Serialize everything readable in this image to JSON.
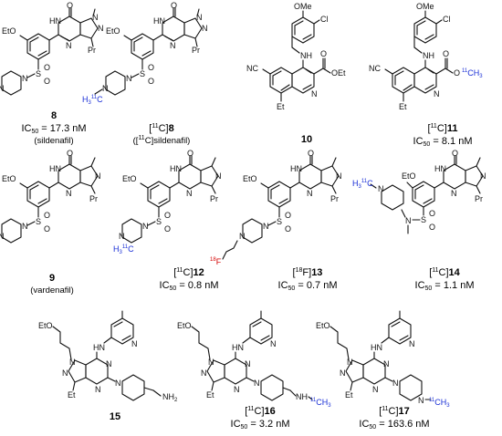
{
  "figure": {
    "compounds": [
      {
        "id": "c8",
        "number": "8",
        "iso": "",
        "ic50_label": "IC",
        "ic50_sub": "50",
        "ic50_value": " = 17.3 nM",
        "note": "(sildenafil)"
      },
      {
        "id": "c8l",
        "number": "8",
        "iso": "11",
        "iso_prefix": "[",
        "iso_elem": "C]",
        "ic50_label": "",
        "ic50_sub": "",
        "ic50_value": "",
        "note_pre": "([",
        "note_iso": "11",
        "note_post": "C]sildenafil)"
      },
      {
        "id": "c10",
        "number": "10",
        "iso": ""
      },
      {
        "id": "c11",
        "number": "11",
        "iso": "11",
        "iso_prefix": "[",
        "iso_elem": "C]",
        "ic50_label": "IC",
        "ic50_sub": "50",
        "ic50_value": " = 8.1 nM"
      },
      {
        "id": "c9",
        "number": "9",
        "note": "(vardenafil)"
      },
      {
        "id": "c12",
        "number": "12",
        "iso": "11",
        "iso_prefix": "[",
        "iso_elem": "C]",
        "ic50_label": "IC",
        "ic50_sub": "50",
        "ic50_value": " = 0.8 nM"
      },
      {
        "id": "c13",
        "number": "13",
        "iso": "18",
        "iso_prefix": "[",
        "iso_elem": "F]",
        "ic50_label": "IC",
        "ic50_sub": "50",
        "ic50_value": " = 0.7 nM"
      },
      {
        "id": "c14",
        "number": "14",
        "iso": "11",
        "iso_prefix": "[",
        "iso_elem": "C]",
        "ic50_label": "IC",
        "ic50_sub": "50",
        "ic50_value": " = 1.1 nM"
      },
      {
        "id": "c15",
        "number": "15"
      },
      {
        "id": "c16",
        "number": "16",
        "iso": "11",
        "iso_prefix": "[",
        "iso_elem": "C]",
        "ic50_label": "IC",
        "ic50_sub": "50",
        "ic50_value": " = 3.2 nM"
      },
      {
        "id": "c17",
        "number": "17",
        "iso": "11",
        "iso_prefix": "[",
        "iso_elem": "C]",
        "ic50_label": "IC",
        "ic50_sub": "50",
        "ic50_value": " = 163.6 nM"
      }
    ],
    "atoms": {
      "EtO": "EtO",
      "O": "O",
      "HN": "HN",
      "N": "N",
      "S": "S",
      "Pr": "Pr",
      "Et": "Et",
      "NC": "NC",
      "OMe": "OMe",
      "Cl": "Cl",
      "NH": "NH",
      "OEt": "OEt",
      "H3": "H",
      "three": "3",
      "eleven": "11",
      "C": "C",
      "CH3": "CH",
      "F": "F",
      "eighteen": "18",
      "NH2": "NH",
      "two": "2"
    },
    "colors": {
      "label_blue": "#1a2fd6",
      "label_red": "#d40000"
    }
  }
}
